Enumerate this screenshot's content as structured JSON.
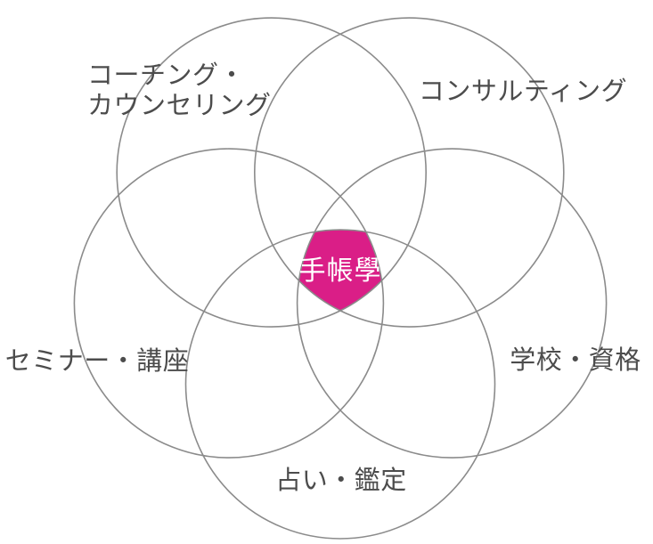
{
  "colors": {
    "accent": "#da1e87",
    "circle_stroke": "#8b8b8b",
    "label_text": "#4c4c4c",
    "center_text": "#ffffff"
  },
  "diagram": {
    "type": "five-circle-venn",
    "center": {
      "label": "手帳學"
    },
    "circles": [
      {
        "name": "coaching-counseling",
        "label_line1": "コーチング・",
        "label_line2": "カウンセリング"
      },
      {
        "name": "consulting",
        "label": "コンサルティング"
      },
      {
        "name": "seminar-kouza",
        "label": "セミナー・講座"
      },
      {
        "name": "school-shikaku",
        "label": "学校・資格"
      },
      {
        "name": "uranai-kantei",
        "label": "占い・鑑定"
      }
    ]
  }
}
